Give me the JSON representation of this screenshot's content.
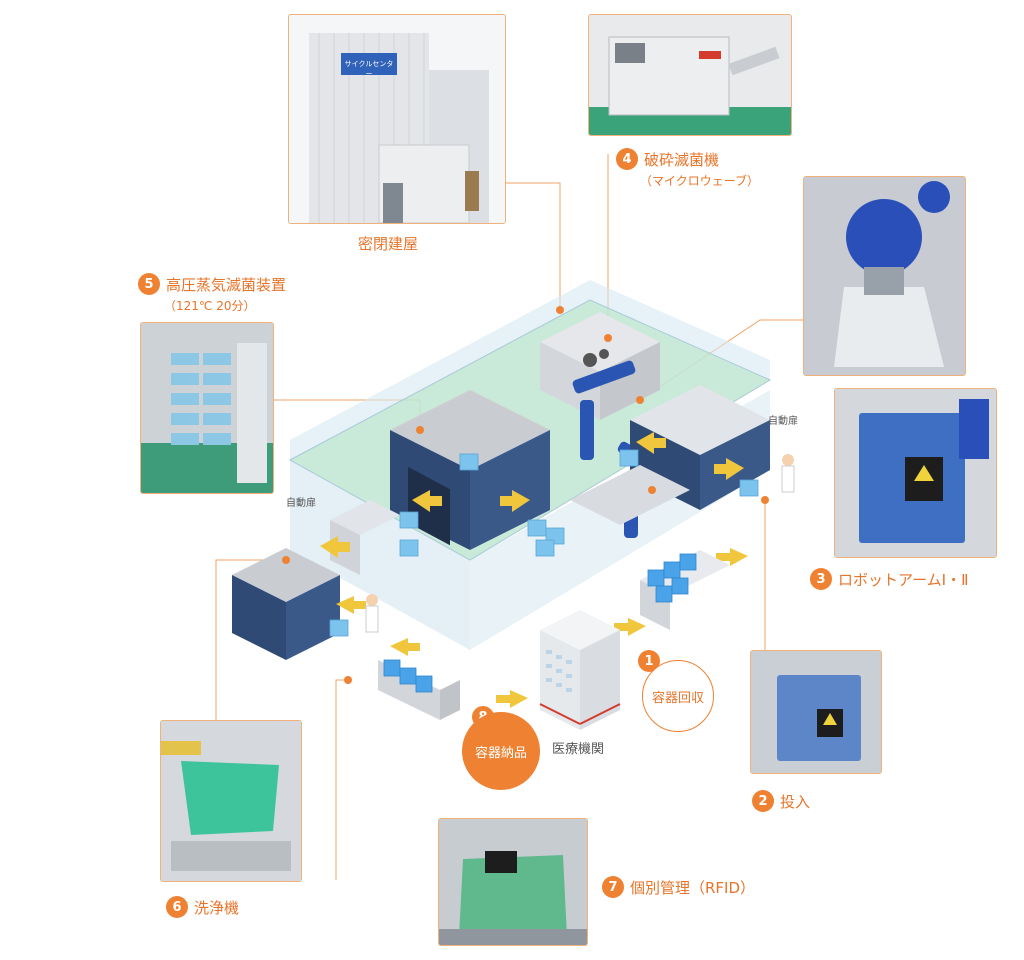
{
  "labels": {
    "building": "密閉建屋",
    "step1": {
      "num": "1",
      "text": "容器回収"
    },
    "step2": {
      "num": "2",
      "text": "投入"
    },
    "step3": {
      "num": "3",
      "text": "ロボットアームⅠ・Ⅱ"
    },
    "step4": {
      "num": "4",
      "text": "破砕滅菌機",
      "sub": "（マイクロウェーブ）"
    },
    "step5": {
      "num": "5",
      "text": "高圧蒸気滅菌装置",
      "sub": "（121℃ 20分）"
    },
    "step6": {
      "num": "6",
      "text": "洗浄機"
    },
    "step7": {
      "num": "7",
      "text": "個別管理（RFID）"
    },
    "step8": {
      "num": "8",
      "text": "容器納品"
    },
    "hospital": "医療機関",
    "door_right": "自動扉",
    "door_left": "自動扉",
    "sign_text": "サイクルセンター"
  },
  "colors": {
    "accent": "#ef8232",
    "wall": "#cfe4ee",
    "floor": "#bfe6d2",
    "machine": "#2f4a74",
    "robot": "#2a55b3",
    "box": "#7cc3ee"
  }
}
